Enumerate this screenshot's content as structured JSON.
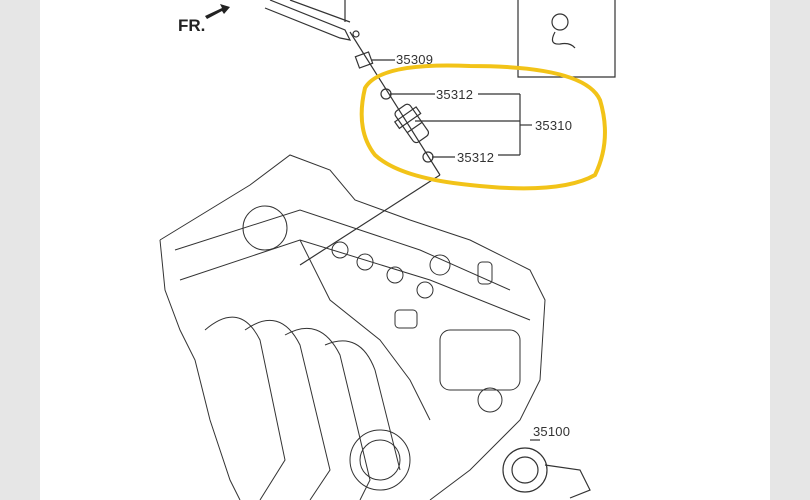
{
  "diagram": {
    "direction_label": "FR.",
    "parts": [
      {
        "number": "35309"
      },
      {
        "number": "35312"
      },
      {
        "number": "35310"
      },
      {
        "number": "35312"
      },
      {
        "number": "35100"
      }
    ],
    "highlight_color": "#f2c318"
  }
}
